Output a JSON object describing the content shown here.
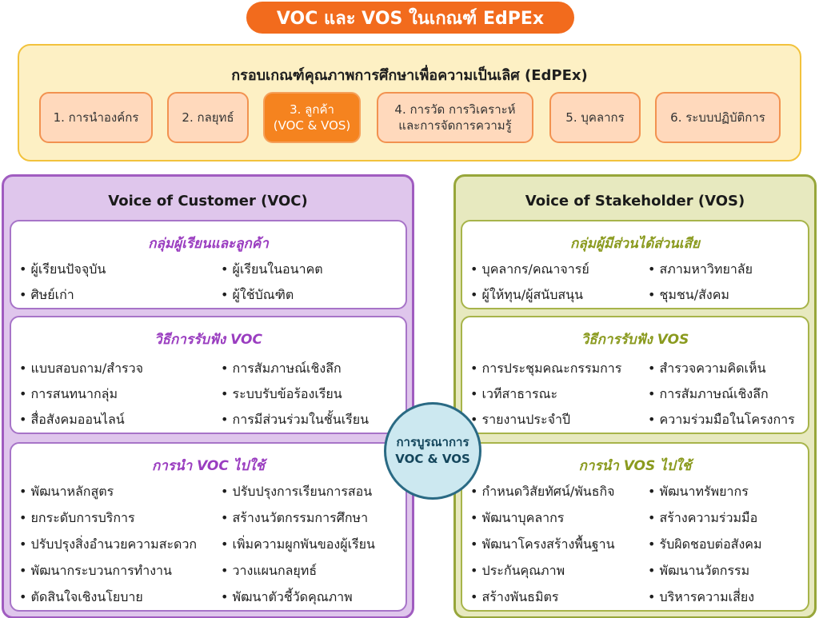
{
  "title": "VOC และ VOS ในเกณฑ์ EdPEx",
  "framework": {
    "title": "กรอบเกณฑ์คุณภาพการศึกษาเพื่อความเป็นเลิศ (EdPEx)",
    "criteria": [
      {
        "line1": "1. การนำองค์กร",
        "line2": ""
      },
      {
        "line1": "2. กลยุทธ์",
        "line2": ""
      },
      {
        "line1": "3. ลูกค้า",
        "line2": "(VOC & VOS)"
      },
      {
        "line1": "4. การวัด การวิเคราะห์",
        "line2": "และการจัดการความรู้"
      },
      {
        "line1": "5. บุคลากร",
        "line2": ""
      },
      {
        "line1": "6. ระบบปฏิบัติการ",
        "line2": ""
      }
    ]
  },
  "voc": {
    "title": "Voice of Customer (VOC)",
    "groups_head": "กลุ่มผู้เรียนและลูกค้า",
    "groups": [
      "ผู้เรียนปัจจุบัน",
      "ผู้เรียนในอนาคต",
      "ศิษย์เก่า",
      "ผู้ใช้บัณฑิต"
    ],
    "listen_head": "วิธีการรับฟัง VOC",
    "listen": [
      "แบบสอบถาม/สำรวจ",
      "การสัมภาษณ์เชิงลึก",
      "การสนทนากลุ่ม",
      "ระบบรับข้อร้องเรียน",
      "สื่อสังคมออนไลน์",
      "การมีส่วนร่วมในชั้นเรียน"
    ],
    "use_head": "การนำ VOC ไปใช้",
    "use": [
      "พัฒนาหลักสูตร",
      "ปรับปรุงการเรียนการสอน",
      "ยกระดับการบริการ",
      "สร้างนวัตกรรมการศึกษา",
      "ปรับปรุงสิ่งอำนวยความสะดวก",
      "เพิ่มความผูกพันของผู้เรียน",
      "พัฒนากระบวนการทำงาน",
      "วางแผนกลยุทธ์",
      "ตัดสินใจเชิงนโยบาย",
      "พัฒนาตัวชี้วัดคุณภาพ"
    ]
  },
  "vos": {
    "title": "Voice of Stakeholder (VOS)",
    "groups_head": "กลุ่มผู้มีส่วนได้ส่วนเสีย",
    "groups": [
      "บุคลากร/คณาจารย์",
      "สภามหาวิทยาลัย",
      "ผู้ให้ทุน/ผู้สนับสนุน",
      "ชุมชน/สังคม"
    ],
    "listen_head": "วิธีการรับฟัง VOS",
    "listen": [
      "การประชุมคณะกรรมการ",
      "สำรวจความคิดเห็น",
      "เวทีสาธารณะ",
      "การสัมภาษณ์เชิงลึก",
      "รายงานประจำปี",
      "ความร่วมมือในโครงการ"
    ],
    "use_head": "การนำ VOS ไปใช้",
    "use": [
      "กำหนดวิสัยทัศน์/พันธกิจ",
      "พัฒนาทรัพยากร",
      "พัฒนาบุคลากร",
      "สร้างความร่วมมือ",
      "พัฒนาโครงสร้างพื้นฐาน",
      "รับผิดชอบต่อสังคม",
      "ประกันคุณภาพ",
      "พัฒนานวัตกรรม",
      "สร้างพันธมิตร",
      "บริหารความเสี่ยง"
    ]
  },
  "center": {
    "line1": "การบูรณาการ",
    "line2": "VOC & VOS"
  },
  "colors": {
    "title_bg": "#f26b1d",
    "voc_accent": "#a05cc0",
    "vos_accent": "#97a63a",
    "active_criterion": "#f5831f",
    "center_fill": "#cce8f0"
  }
}
